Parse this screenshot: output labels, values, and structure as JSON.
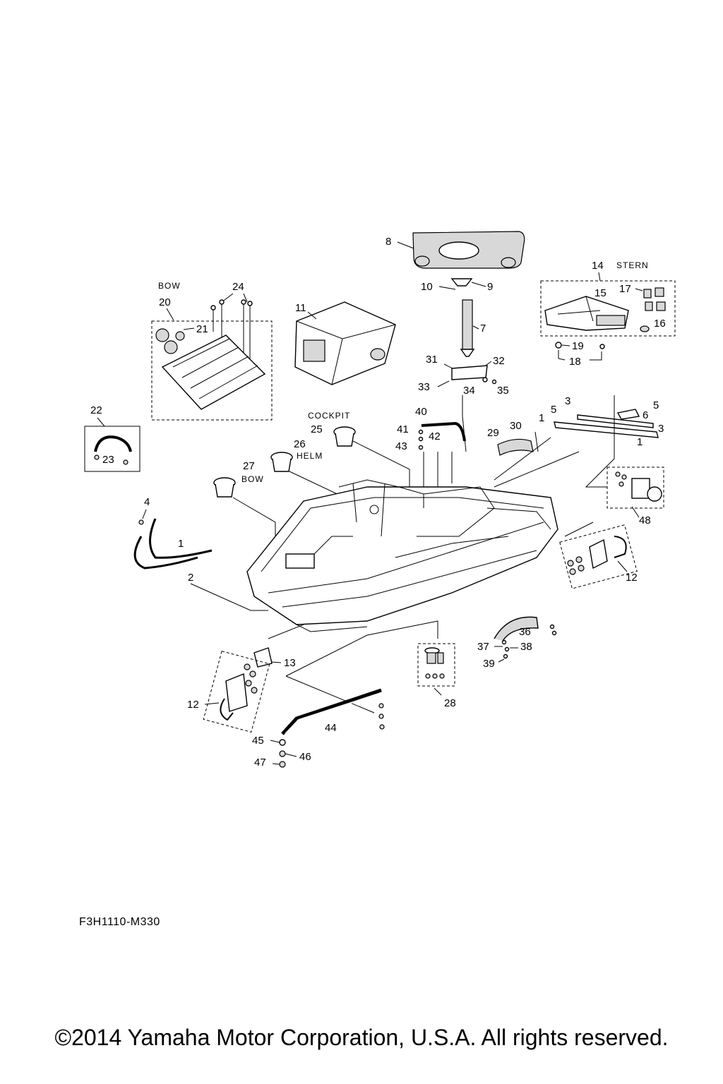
{
  "labels": {
    "bow_top": "BOW",
    "stern": "STERN",
    "cockpit": "COCKPIT",
    "helm": "HELM",
    "bow_cup": "BOW"
  },
  "callouts": {
    "n1a": "1",
    "n1b": "1",
    "n1c": "1",
    "n2": "2",
    "n3a": "3",
    "n3b": "3",
    "n4": "4",
    "n5a": "5",
    "n5b": "5",
    "n6": "6",
    "n7": "7",
    "n8": "8",
    "n9": "9",
    "n10": "10",
    "n11": "11",
    "n12a": "12",
    "n12b": "12",
    "n13": "13",
    "n14": "14",
    "n15": "15",
    "n16": "16",
    "n17": "17",
    "n18": "18",
    "n19": "19",
    "n20": "20",
    "n21": "21",
    "n22": "22",
    "n23": "23",
    "n24": "24",
    "n25": "25",
    "n26": "26",
    "n27": "27",
    "n28": "28",
    "n29": "29",
    "n30": "30",
    "n31": "31",
    "n32": "32",
    "n33": "33",
    "n34": "34",
    "n35": "35",
    "n36": "36",
    "n37": "37",
    "n38": "38",
    "n39": "39",
    "n40": "40",
    "n41": "41",
    "n42": "42",
    "n43": "43",
    "n44": "44",
    "n45": "45",
    "n46": "46",
    "n47": "47",
    "n48": "48"
  },
  "figure_code": "F3H1110-M330",
  "copyright": "©2014 Yamaha Motor Corporation, U.S.A. All rights reserved."
}
